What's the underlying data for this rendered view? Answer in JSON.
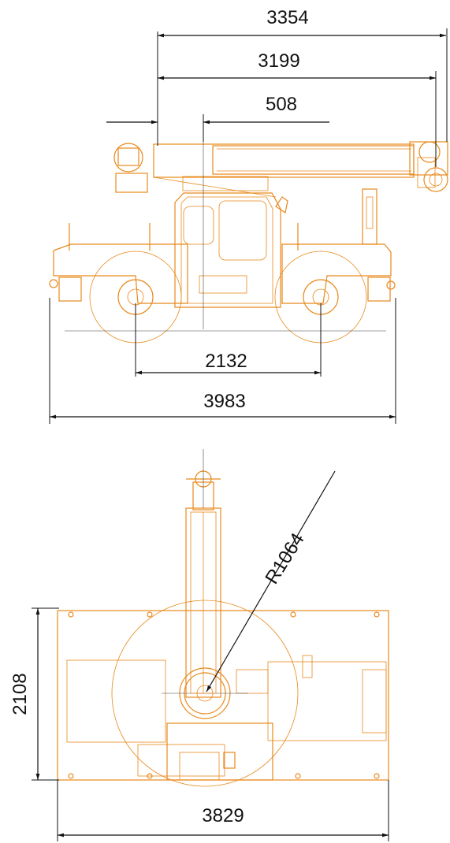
{
  "colors": {
    "machine": "#E8891B",
    "dimension": "#111111"
  },
  "side_view": {
    "dim_overall_boom": "3354",
    "dim_boom_reach": "3199",
    "dim_boom_offset": "508",
    "dim_wheelbase": "2132",
    "dim_overall_length": "3983"
  },
  "top_view": {
    "dim_slew_radius": "R1064",
    "dim_width": "2108",
    "dim_length": "3829"
  }
}
